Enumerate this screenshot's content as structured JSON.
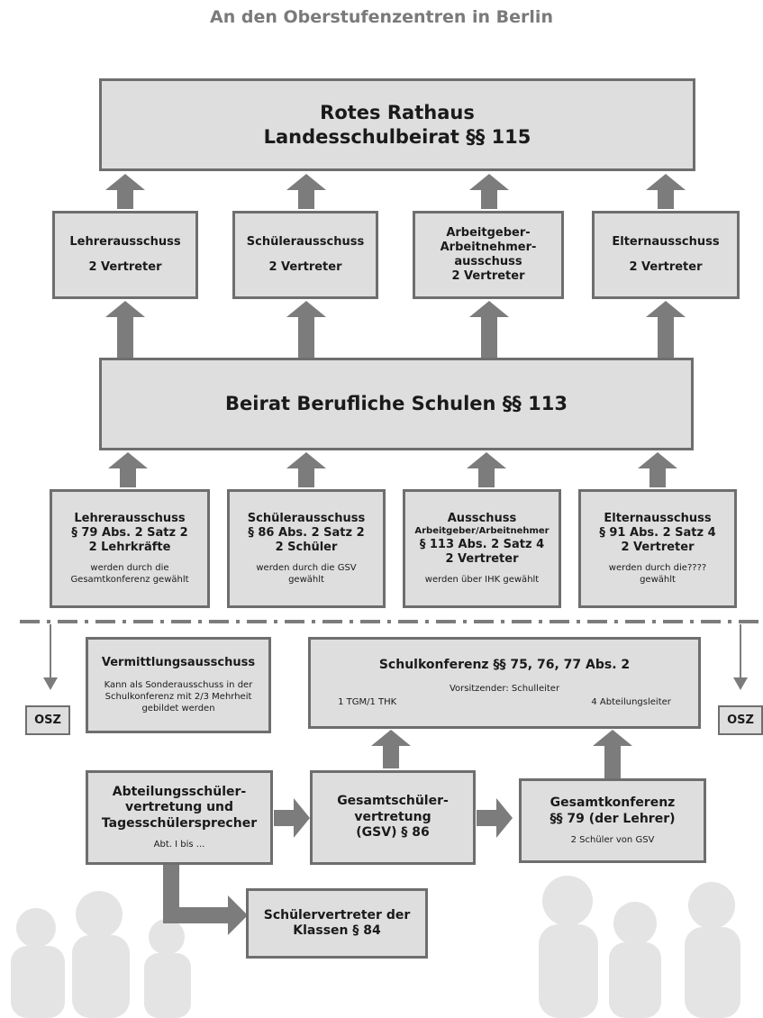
{
  "title": "An den Oberstufenzentren in Berlin",
  "colors": {
    "box_fill": "#dedede",
    "box_border": "#6e6e6e",
    "arrow": "#7c7c7c",
    "title": "#7a7a7a"
  },
  "top": {
    "line1": "Rotes Rathaus",
    "line2": "Landesschulbeirat §§ 115"
  },
  "row2": [
    {
      "name": "Lehrerausschuss",
      "reps": "2 Vertreter"
    },
    {
      "name": "Schülerausschuss",
      "reps": "2 Vertreter"
    },
    {
      "name1": "Arbeitgeber-",
      "name2": "Arbeitnehmer-",
      "name3": "ausschuss",
      "reps": "2 Vertreter"
    },
    {
      "name": "Elternausschuss",
      "reps": "2 Vertreter"
    }
  ],
  "middle": {
    "label": "Beirat Berufliche Schulen §§ 113"
  },
  "row4": [
    {
      "l1": "Lehrerausschuss",
      "l2": "§ 79 Abs. 2 Satz 2",
      "l3": "2 Lehrkräfte",
      "note1": "werden durch die",
      "note2": "Gesamtkonferenz gewählt"
    },
    {
      "l1": "Schülerausschuss",
      "l2": "§ 86 Abs. 2 Satz 2",
      "l3": "2 Schüler",
      "note1": "werden durch die GSV",
      "note2": "gewählt"
    },
    {
      "l1": "Ausschuss",
      "sub": "Arbeitgeber/Arbeitnehmer",
      "l2": "§ 113 Abs. 2 Satz 4",
      "l3": "2 Vertreter",
      "note1": "werden über IHK gewählt"
    },
    {
      "l1": "Elternausschuss",
      "l2": "§ 91 Abs. 2 Satz 4",
      "l3": "2 Vertreter",
      "note1": "werden durch die????",
      "note2": "gewählt"
    }
  ],
  "osz_left": "OSZ",
  "osz_right": "OSZ",
  "vermittlung": {
    "title": "Vermittlungsausschuss",
    "d1": "Kann als Sonderausschuss in der",
    "d2": "Schulkonferenz mit 2/3 Mehrheit",
    "d3": "gebildet werden"
  },
  "schulkonferenz": {
    "title": "Schulkonferenz §§ 75, 76, 77 Abs. 2",
    "chair": "Vorsitzender: Schulleiter",
    "left": "1 TGM/1 THK",
    "right": "4 Abteilungsleiter"
  },
  "abteilung": {
    "l1": "Abteilungsschüler-",
    "l2": "vertretung und",
    "l3": "Tagesschülersprecher",
    "note": "Abt. I bis ..."
  },
  "gsv": {
    "l1": "Gesamtschüler-",
    "l2": "vertretung",
    "l3": "(GSV) § 86"
  },
  "gesamtkonferenz": {
    "l1": "Gesamtkonferenz",
    "l2": "§§ 79 (der Lehrer)",
    "note": "2 Schüler von GSV"
  },
  "klassen": {
    "l1": "Schülervertreter der",
    "l2": "Klassen § 84"
  }
}
